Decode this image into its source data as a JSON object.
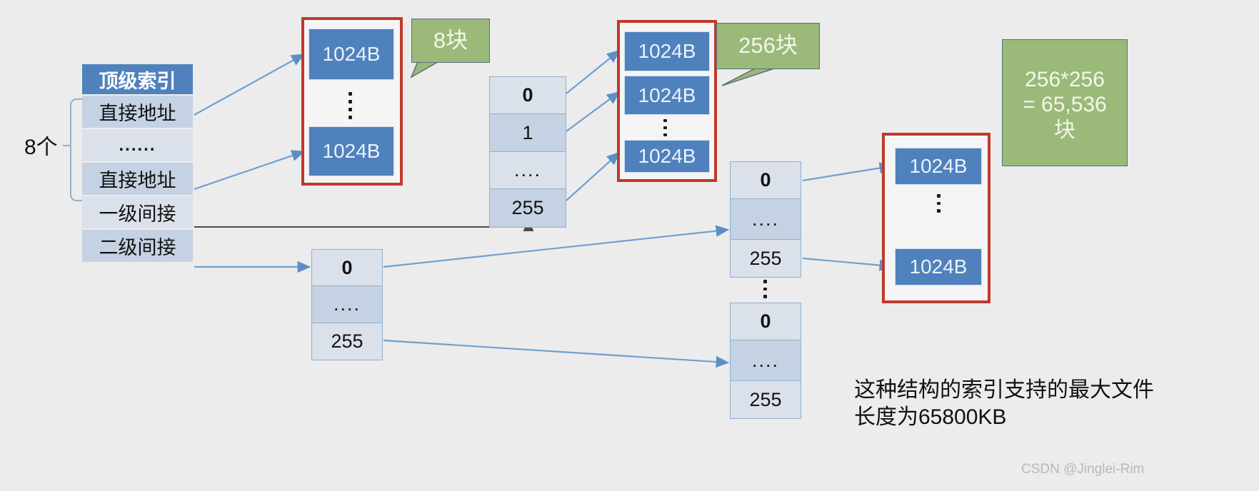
{
  "top_index": {
    "header": "顶级索引",
    "rows": [
      "直接地址",
      "......",
      "直接地址",
      "一级间接",
      "二级间接"
    ],
    "brace_label": "8个"
  },
  "block_groups": {
    "group1": {
      "blocks": [
        "1024B",
        "1024B"
      ]
    },
    "group2": {
      "blocks": [
        "1024B",
        "1024B",
        "1024B"
      ]
    },
    "group3": {
      "blocks": [
        "1024B",
        "1024B"
      ]
    }
  },
  "callouts": {
    "eight_blocks": "8块",
    "two_fifty_six_blocks": "256块",
    "sixty_five_k": {
      "line1": "256*256",
      "line2": "= 65,536",
      "line3": "块"
    }
  },
  "index_tables": {
    "middle_first_level": [
      "0",
      "1",
      "....",
      "255"
    ],
    "second_level_root": [
      "0",
      "....",
      "255"
    ],
    "second_level_leaf_a": [
      "0",
      "....",
      "255"
    ],
    "second_level_leaf_b": [
      "0",
      "....",
      "255"
    ]
  },
  "bottom_note": "这种结构的索引支持的最大文件长度为65800KB",
  "watermark": "CSDN @Jinglei-Rim",
  "colors": {
    "background": "#ececec",
    "header_blue": "#4f81bd",
    "cell_light": "#dbe1ea",
    "cell_dark": "#c5d2e3",
    "border_blue": "#8fb0d3",
    "red_frame": "#c0392b",
    "callout_green": "#9bba7a",
    "arrow_blue": "#6f9fd1",
    "arrow_gray": "#5b5b5b"
  }
}
